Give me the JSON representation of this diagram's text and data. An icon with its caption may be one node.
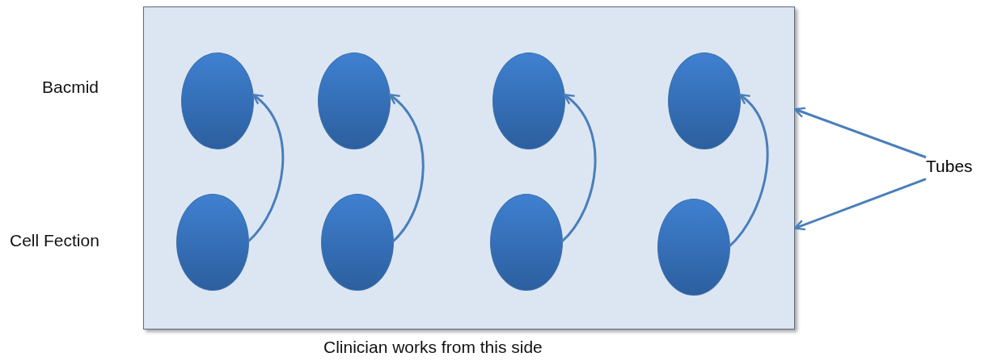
{
  "diagram": {
    "nodes": [
      {
        "text": [],
        "shape": "box"
      },
      {
        "text": [],
        "shape": "circle",
        "in": 0
      },
      {
        "text": [],
        "shape": "circle",
        "in": 0
      },
      {
        "text": [],
        "shape": "circle",
        "in": 0
      },
      {
        "text": [],
        "shape": "circle",
        "in": 0
      },
      {
        "text": [],
        "shape": "circle",
        "in": 0
      },
      {
        "text": [],
        "shape": "circle",
        "in": 0
      },
      {
        "text": [],
        "shape": "circle",
        "in": 0
      },
      {
        "text": [],
        "shape": "circle",
        "in": 0
      },
      {
        "text": [
          "Tubes"
        ]
      }
    ],
    "edges": [
      {
        "from": 5,
        "to": 1,
        "arrow": "to"
      },
      {
        "from": 6,
        "to": 2,
        "arrow": "to"
      },
      {
        "from": 7,
        "to": 3,
        "arrow": "to"
      },
      {
        "from": 8,
        "to": 4,
        "arrow": "to"
      },
      {
        "from": 9,
        "to": 0,
        "arrow": "to"
      },
      {
        "from": 9,
        "to": 0,
        "arrow": "to"
      }
    ],
    "labels": [
      "Bacmid",
      "Cell Fection",
      "Clinician works from this side"
    ]
  }
}
